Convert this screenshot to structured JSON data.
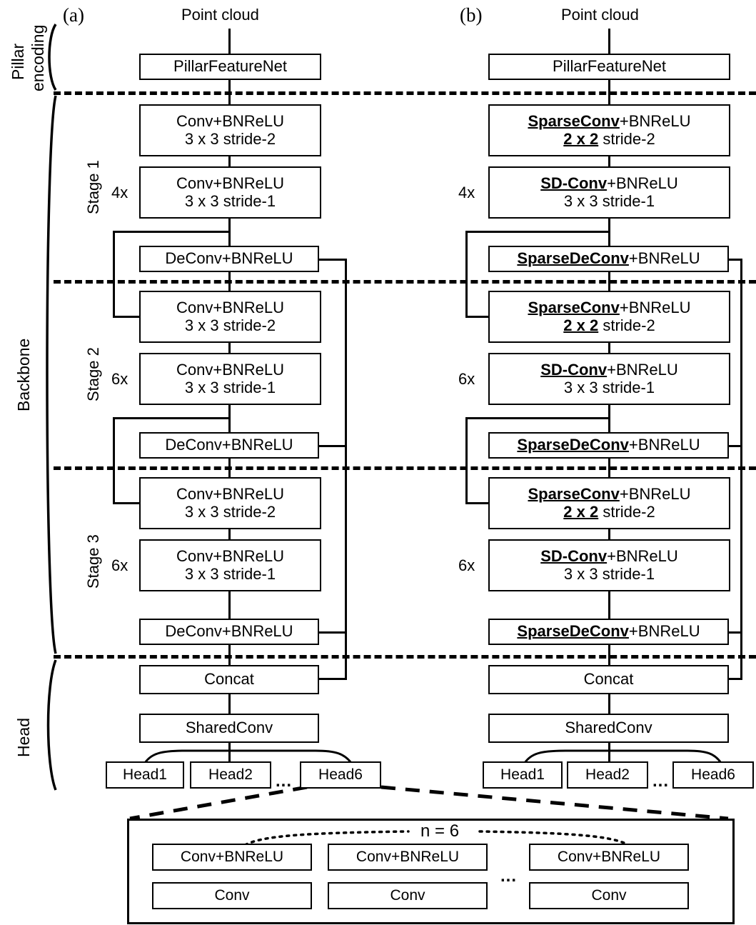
{
  "figure": {
    "panel_a_label": "(a)",
    "panel_b_label": "(b)",
    "input_label": "Point cloud"
  },
  "section_labels": {
    "pillar_encoding_line1": "Pillar",
    "pillar_encoding_line2": "encoding",
    "backbone": "Backbone",
    "head": "Head"
  },
  "stage_labels": {
    "stage1": "Stage 1",
    "stage2": "Stage 2",
    "stage3": "Stage 3"
  },
  "repeat_labels": {
    "stage1": "4x",
    "stage2": "6x",
    "stage3": "6x"
  },
  "panel_a": {
    "pillar": "PillarFeatureNet",
    "stage1_down_l1": "Conv+BNReLU",
    "stage1_down_l2": "3 x 3 stride-2",
    "stage1_rep_l1": "Conv+BNReLU",
    "stage1_rep_l2": "3 x 3 stride-1",
    "stage1_up": "DeConv+BNReLU",
    "stage2_down_l1": "Conv+BNReLU",
    "stage2_down_l2": "3 x 3 stride-2",
    "stage2_rep_l1": "Conv+BNReLU",
    "stage2_rep_l2": "3 x 3 stride-1",
    "stage2_up": "DeConv+BNReLU",
    "stage3_down_l1": "Conv+BNReLU",
    "stage3_down_l2": "3 x 3 stride-2",
    "stage3_rep_l1": "Conv+BNReLU",
    "stage3_rep_l2": "3 x 3 stride-1",
    "stage3_up": "DeConv+BNReLU",
    "concat": "Concat",
    "shared_conv": "SharedConv",
    "head1": "Head1",
    "head2": "Head2",
    "head_ellipsis": "...",
    "head6": "Head6"
  },
  "panel_b": {
    "pillar": "PillarFeatureNet",
    "stage1_down_em1": "SparseConv",
    "stage1_down_rest1": "+BNReLU",
    "stage1_down_em2": "2 x 2",
    "stage1_down_rest2": " stride-2",
    "stage1_rep_em1": "SD-Conv",
    "stage1_rep_rest1": "+BNReLU",
    "stage1_rep_l2": "3 x 3 stride-1",
    "stage1_up_em": "SparseDeConv",
    "stage1_up_rest": "+BNReLU",
    "stage2_down_em1": "SparseConv",
    "stage2_down_rest1": "+BNReLU",
    "stage2_down_em2": "2 x 2",
    "stage2_down_rest2": " stride-2",
    "stage2_rep_em1": "SD-Conv",
    "stage2_rep_rest1": "+BNReLU",
    "stage2_rep_l2": "3 x 3 stride-1",
    "stage2_up_em": "SparseDeConv",
    "stage2_up_rest": "+BNReLU",
    "stage3_down_em1": "SparseConv",
    "stage3_down_rest1": "+BNReLU",
    "stage3_down_em2": "2 x 2",
    "stage3_down_rest2": " stride-2",
    "stage3_rep_em1": "SD-Conv",
    "stage3_rep_rest1": "+BNReLU",
    "stage3_rep_l2": "3 x 3 stride-1",
    "stage3_up_em": "SparseDeConv",
    "stage3_up_rest": "+BNReLU",
    "concat": "Concat",
    "shared_conv": "SharedConv",
    "head1": "Head1",
    "head2": "Head2",
    "head_ellipsis": "...",
    "head6": "Head6"
  },
  "head_detail": {
    "n_label": "n = 6",
    "ellipsis": "...",
    "col1_top": "Conv+BNReLU",
    "col1_bottom": "Conv",
    "col2_top": "Conv+BNReLU",
    "col2_bottom": "Conv",
    "col3_top": "Conv+BNReLU",
    "col3_bottom": "Conv"
  },
  "colors": {
    "stroke": "#000000",
    "background": "#ffffff"
  }
}
